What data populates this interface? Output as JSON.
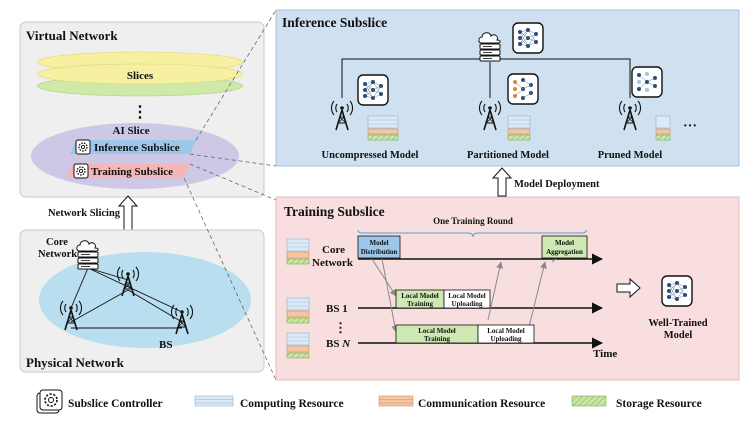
{
  "left": {
    "virtual_title": "Virtual Network",
    "slices_label": "Slices",
    "ellipsis": "⋮",
    "ai_slice": "AI Slice",
    "inference_subslice": "Inference Subslice",
    "training_subslice": "Training Subslice",
    "network_slicing": "Network Slicing",
    "physical_title": "Physical Network",
    "core_line1": "Core",
    "core_line2": "Network",
    "bs": "BS"
  },
  "inference": {
    "title": "Inference Subslice",
    "uncompressed": "Uncompressed Model",
    "partitioned": "Partitioned Model",
    "pruned": "Pruned Model",
    "dots": "···"
  },
  "deployment": "Model Deployment",
  "training": {
    "title": "Training Subslice",
    "round": "One Training Round",
    "core_line1": "Core",
    "core_line2": "Network",
    "bs1": "BS 1",
    "bs_dots": "⋮",
    "bsn_prefix": "BS ",
    "bsn_var": "N",
    "time": "Time",
    "model_distribution_1": "Model",
    "model_distribution_2": "Distribution",
    "model_aggregation_1": "Model",
    "model_aggregation_2": "Aggregation",
    "lmt_1": "Local Model",
    "lmt_2": "Training",
    "lmu_1": "Local Model",
    "lmu_2": "Uploading",
    "well_trained_1": "Well-Trained",
    "well_trained_2": "Model"
  },
  "legend": {
    "controller": "Subslice Controller",
    "computing": "Computing Resource",
    "communication": "Communication Resource",
    "storage": "Storage Resource"
  },
  "colors": {
    "panel_gray": "#efefef",
    "inference_bg": "#cfe1f0",
    "training_bg": "#f8dede",
    "physical_ellipse": "#b9def0",
    "slice_yellow": "#f6f0a0",
    "slice_green": "#cfe9a8",
    "ai_slice_ellipse": "#cdc8e6",
    "inference_bar": "#9cc6ea",
    "training_bar": "#f4b6b6",
    "computing": "#dce9f6",
    "communication": "#f4c6a3",
    "storage": "#c9e6a4",
    "md_box": "#9cc6ea",
    "lm_box": "#cfe9b4",
    "arrow": "#8a8a8a"
  }
}
